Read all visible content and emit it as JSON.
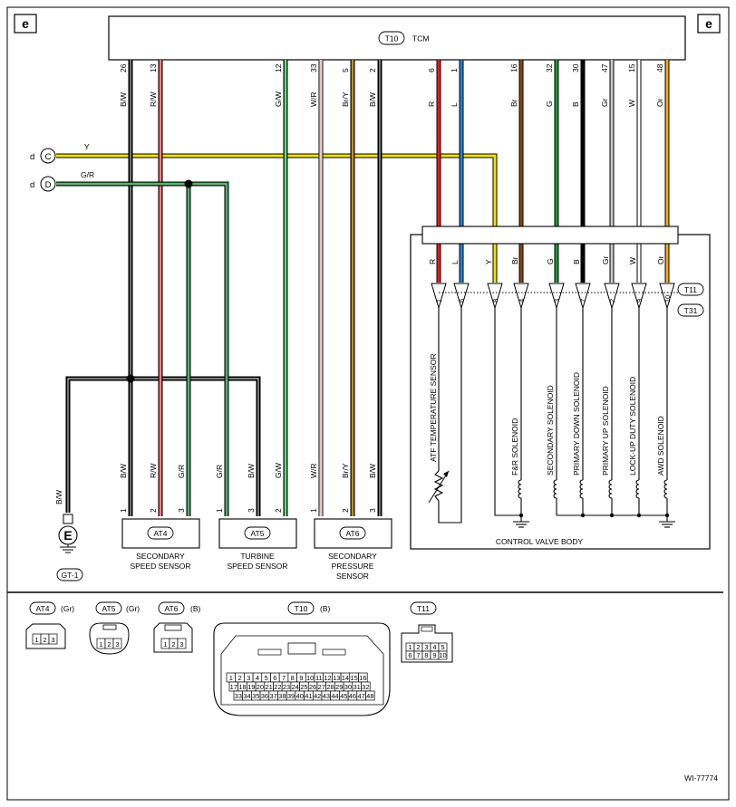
{
  "page": {
    "corner_left": "e",
    "corner_right": "e",
    "figure_id": "WI-77774"
  },
  "tcm": {
    "connector": "T10",
    "name": "TCM"
  },
  "tcm_pins": [
    {
      "pin": "26",
      "wire": "B/W"
    },
    {
      "pin": "13",
      "wire": "R/W"
    },
    {
      "pin": "12",
      "wire": "G/W"
    },
    {
      "pin": "33",
      "wire": "W/R"
    },
    {
      "pin": "5",
      "wire": "Br/Y"
    },
    {
      "pin": "2",
      "wire": "B/W"
    },
    {
      "pin": "6",
      "wire": "R"
    },
    {
      "pin": "1",
      "wire": "L"
    },
    {
      "pin": "16",
      "wire": "Br"
    },
    {
      "pin": "32",
      "wire": "G"
    },
    {
      "pin": "30",
      "wire": "B"
    },
    {
      "pin": "47",
      "wire": "Gr"
    },
    {
      "pin": "15",
      "wire": "W"
    },
    {
      "pin": "48",
      "wire": "Or"
    }
  ],
  "off_page": {
    "c": {
      "page": "d",
      "label": "C",
      "wire": "Y"
    },
    "d": {
      "page": "d",
      "label": "D",
      "wire": "G/R"
    }
  },
  "ground": {
    "symbol": "E",
    "wire": "B/W",
    "point": "GT-1"
  },
  "sensors": [
    {
      "connector": "AT4",
      "name_lines": [
        "SECONDARY",
        "SPEED SENSOR"
      ],
      "pins": [
        {
          "pin": "1",
          "wire": "B/W"
        },
        {
          "pin": "2",
          "wire": "R/W"
        },
        {
          "pin": "3",
          "wire": "G/R"
        }
      ]
    },
    {
      "connector": "AT5",
      "name_lines": [
        "TURBINE",
        "SPEED SENSOR"
      ],
      "pins": [
        {
          "pin": "1",
          "wire": "G/R"
        },
        {
          "pin": "3",
          "wire": "B/W"
        },
        {
          "pin": "2",
          "wire": "G/W"
        }
      ]
    },
    {
      "connector": "AT6",
      "name_lines": [
        "SECONDARY",
        "PRESSURE",
        "SENSOR"
      ],
      "pins": [
        {
          "pin": "1",
          "wire": "W/R"
        },
        {
          "pin": "2",
          "wire": "Br/Y"
        },
        {
          "pin": "3",
          "wire": "B/W"
        }
      ]
    }
  ],
  "control_valve_body": {
    "name": "CONTROL VALVE BODY",
    "connector_upper": "T11",
    "connector_lower": "T31",
    "wires": [
      "R",
      "L",
      "Y",
      "Br",
      "G",
      "B",
      "Gr",
      "W",
      "Or"
    ],
    "pins": [
      "1",
      "6",
      "8",
      "4",
      "3",
      "7",
      "2",
      "9",
      "10"
    ],
    "components": [
      "ATF TEMPERATURE SENSOR",
      "F&R SOLENOID",
      "SECONDARY SOLENOID",
      "PRIMARY DOWN SOLENOID",
      "PRIMARY UP SOLENOID",
      "LOCK-UP DUTY SOLENOID",
      "AWD SOLENOID"
    ]
  },
  "connector_views": [
    {
      "id": "AT4",
      "color": "(Gr)",
      "pins": [
        "1",
        "2",
        "3"
      ]
    },
    {
      "id": "AT5",
      "color": "(Gr)",
      "pins": [
        "1",
        "2",
        "3"
      ]
    },
    {
      "id": "AT6",
      "color": "(B)",
      "pins": [
        "1",
        "2",
        "3"
      ]
    },
    {
      "id": "T10",
      "color": "(B)",
      "rows": [
        [
          "1",
          "2",
          "3",
          "4",
          "5",
          "6",
          "7",
          "8",
          "9",
          "10",
          "11",
          "12",
          "13",
          "14",
          "15",
          "16"
        ],
        [
          "17",
          "18",
          "19",
          "20",
          "21",
          "22",
          "23",
          "24",
          "25",
          "26",
          "27",
          "28",
          "29",
          "30",
          "31",
          "32"
        ],
        [
          "33",
          "34",
          "35",
          "36",
          "37",
          "38",
          "39",
          "40",
          "41",
          "42",
          "43",
          "44",
          "45",
          "46",
          "47",
          "48"
        ]
      ]
    },
    {
      "id": "T11",
      "color": "",
      "rows": [
        [
          "1",
          "2",
          "3",
          "4",
          "5"
        ],
        [
          "6",
          "7",
          "8",
          "9",
          "10"
        ]
      ]
    }
  ],
  "colors": {
    "black": "#000000",
    "red": "#ee1c1c",
    "blue": "#2a7fd4",
    "yellow": "#f2e200",
    "brown": "#8b4513",
    "green": "#1c9a3a",
    "gray": "#c8c8c8",
    "orange": "#f5a623",
    "pink_trace": "#d98080"
  }
}
